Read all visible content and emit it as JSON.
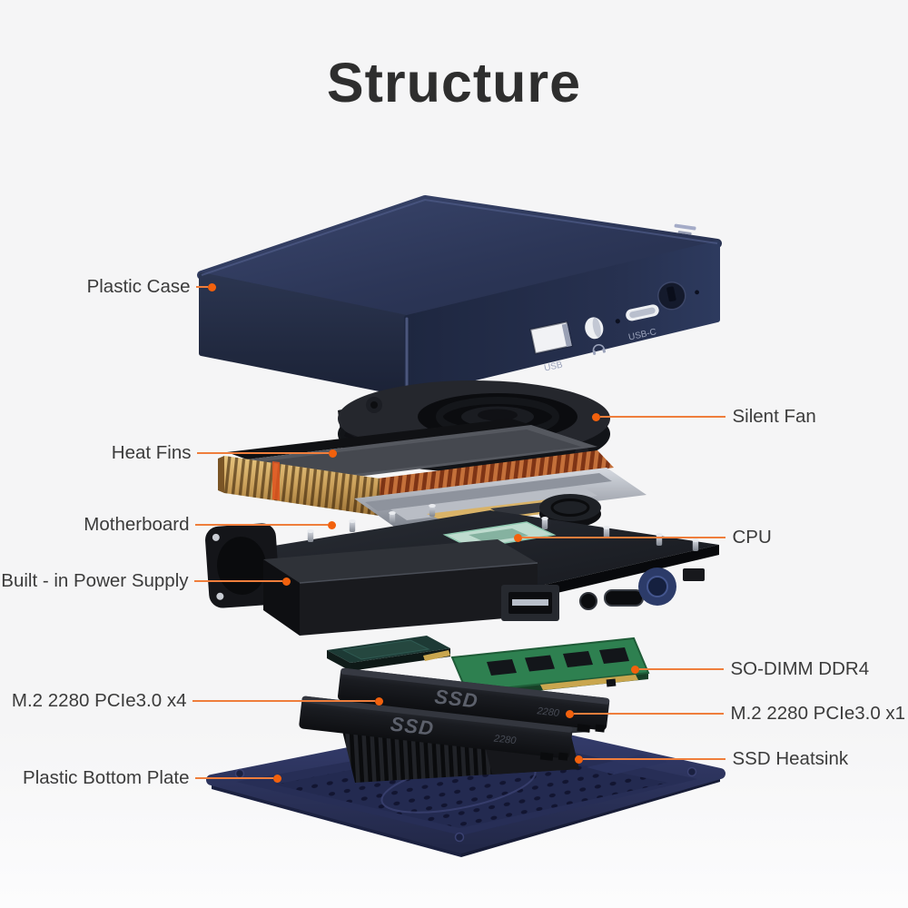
{
  "title": "Structure",
  "accent": {
    "line_color": "#EF7E3C",
    "dot_color": "#F2610D",
    "background": "#f5f5f6",
    "label_color": "#3b3b3b",
    "title_color": "#2e2e2e"
  },
  "labels": {
    "left": [
      {
        "text": "Plastic Case"
      },
      {
        "text": "Heat Fins"
      },
      {
        "text": "Motherboard"
      },
      {
        "text": "Built - in Power Supply"
      },
      {
        "text": "M.2 2280 PCIe3.0 x4"
      },
      {
        "text": "Plastic Bottom Plate"
      }
    ],
    "right": [
      {
        "text": "Silent Fan"
      },
      {
        "text": "CPU"
      },
      {
        "text": "SO-DIMM DDR4"
      },
      {
        "text": "M.2 2280 PCIe3.0 x1"
      },
      {
        "text": "SSD Heatsink"
      }
    ]
  },
  "device": {
    "ports": {
      "usb": "USB",
      "usbc": "USB-C"
    },
    "ssd": {
      "brand": "SSD",
      "model": "2280"
    },
    "colors": {
      "case_navy": "#2a3452",
      "bottom_plate_navy": "#2b3157",
      "heatsink_gold": "#d8b268",
      "heatsink_copper": "#b0552a",
      "ram_green": "#2e8050",
      "ssd_black": "#17181c"
    }
  }
}
